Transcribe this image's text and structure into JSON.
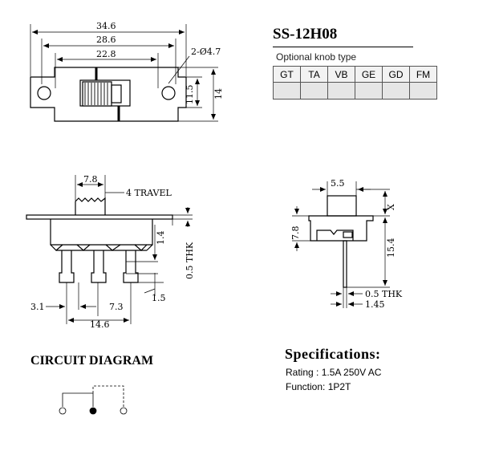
{
  "title": "SS-12H08",
  "knob": {
    "label": "Optional knob type",
    "types": [
      "GT",
      "TA",
      "VB",
      "GE",
      "GD",
      "FM"
    ]
  },
  "top_view": {
    "dim_overall": "34.6",
    "dim_middle": "28.6",
    "dim_inner": "22.8",
    "dim_hole": "2-Ø4.7",
    "dim_height_inner": "11.5",
    "dim_height_outer": "14"
  },
  "front_view": {
    "dim_knob": "7.8",
    "dim_travel": "4 TRAVEL",
    "dim_pin": "1.4",
    "dim_thk": "0.5 THK",
    "dim_pin_gap": "1.5",
    "dim_left": "3.1",
    "dim_pitch": "7.3",
    "dim_span": "14.6"
  },
  "side_view": {
    "dim_knob_width": "5.5",
    "dim_x": "X",
    "dim_body": "7.8",
    "dim_height": "15.4",
    "dim_thk": "0.5 THK",
    "dim_leg": "1.45"
  },
  "circuit": {
    "title": "CIRCUIT DIAGRAM"
  },
  "specs": {
    "title": "Specifications:",
    "rating": "Rating : 1.5A 250V AC",
    "function": "Function: 1P2T"
  }
}
